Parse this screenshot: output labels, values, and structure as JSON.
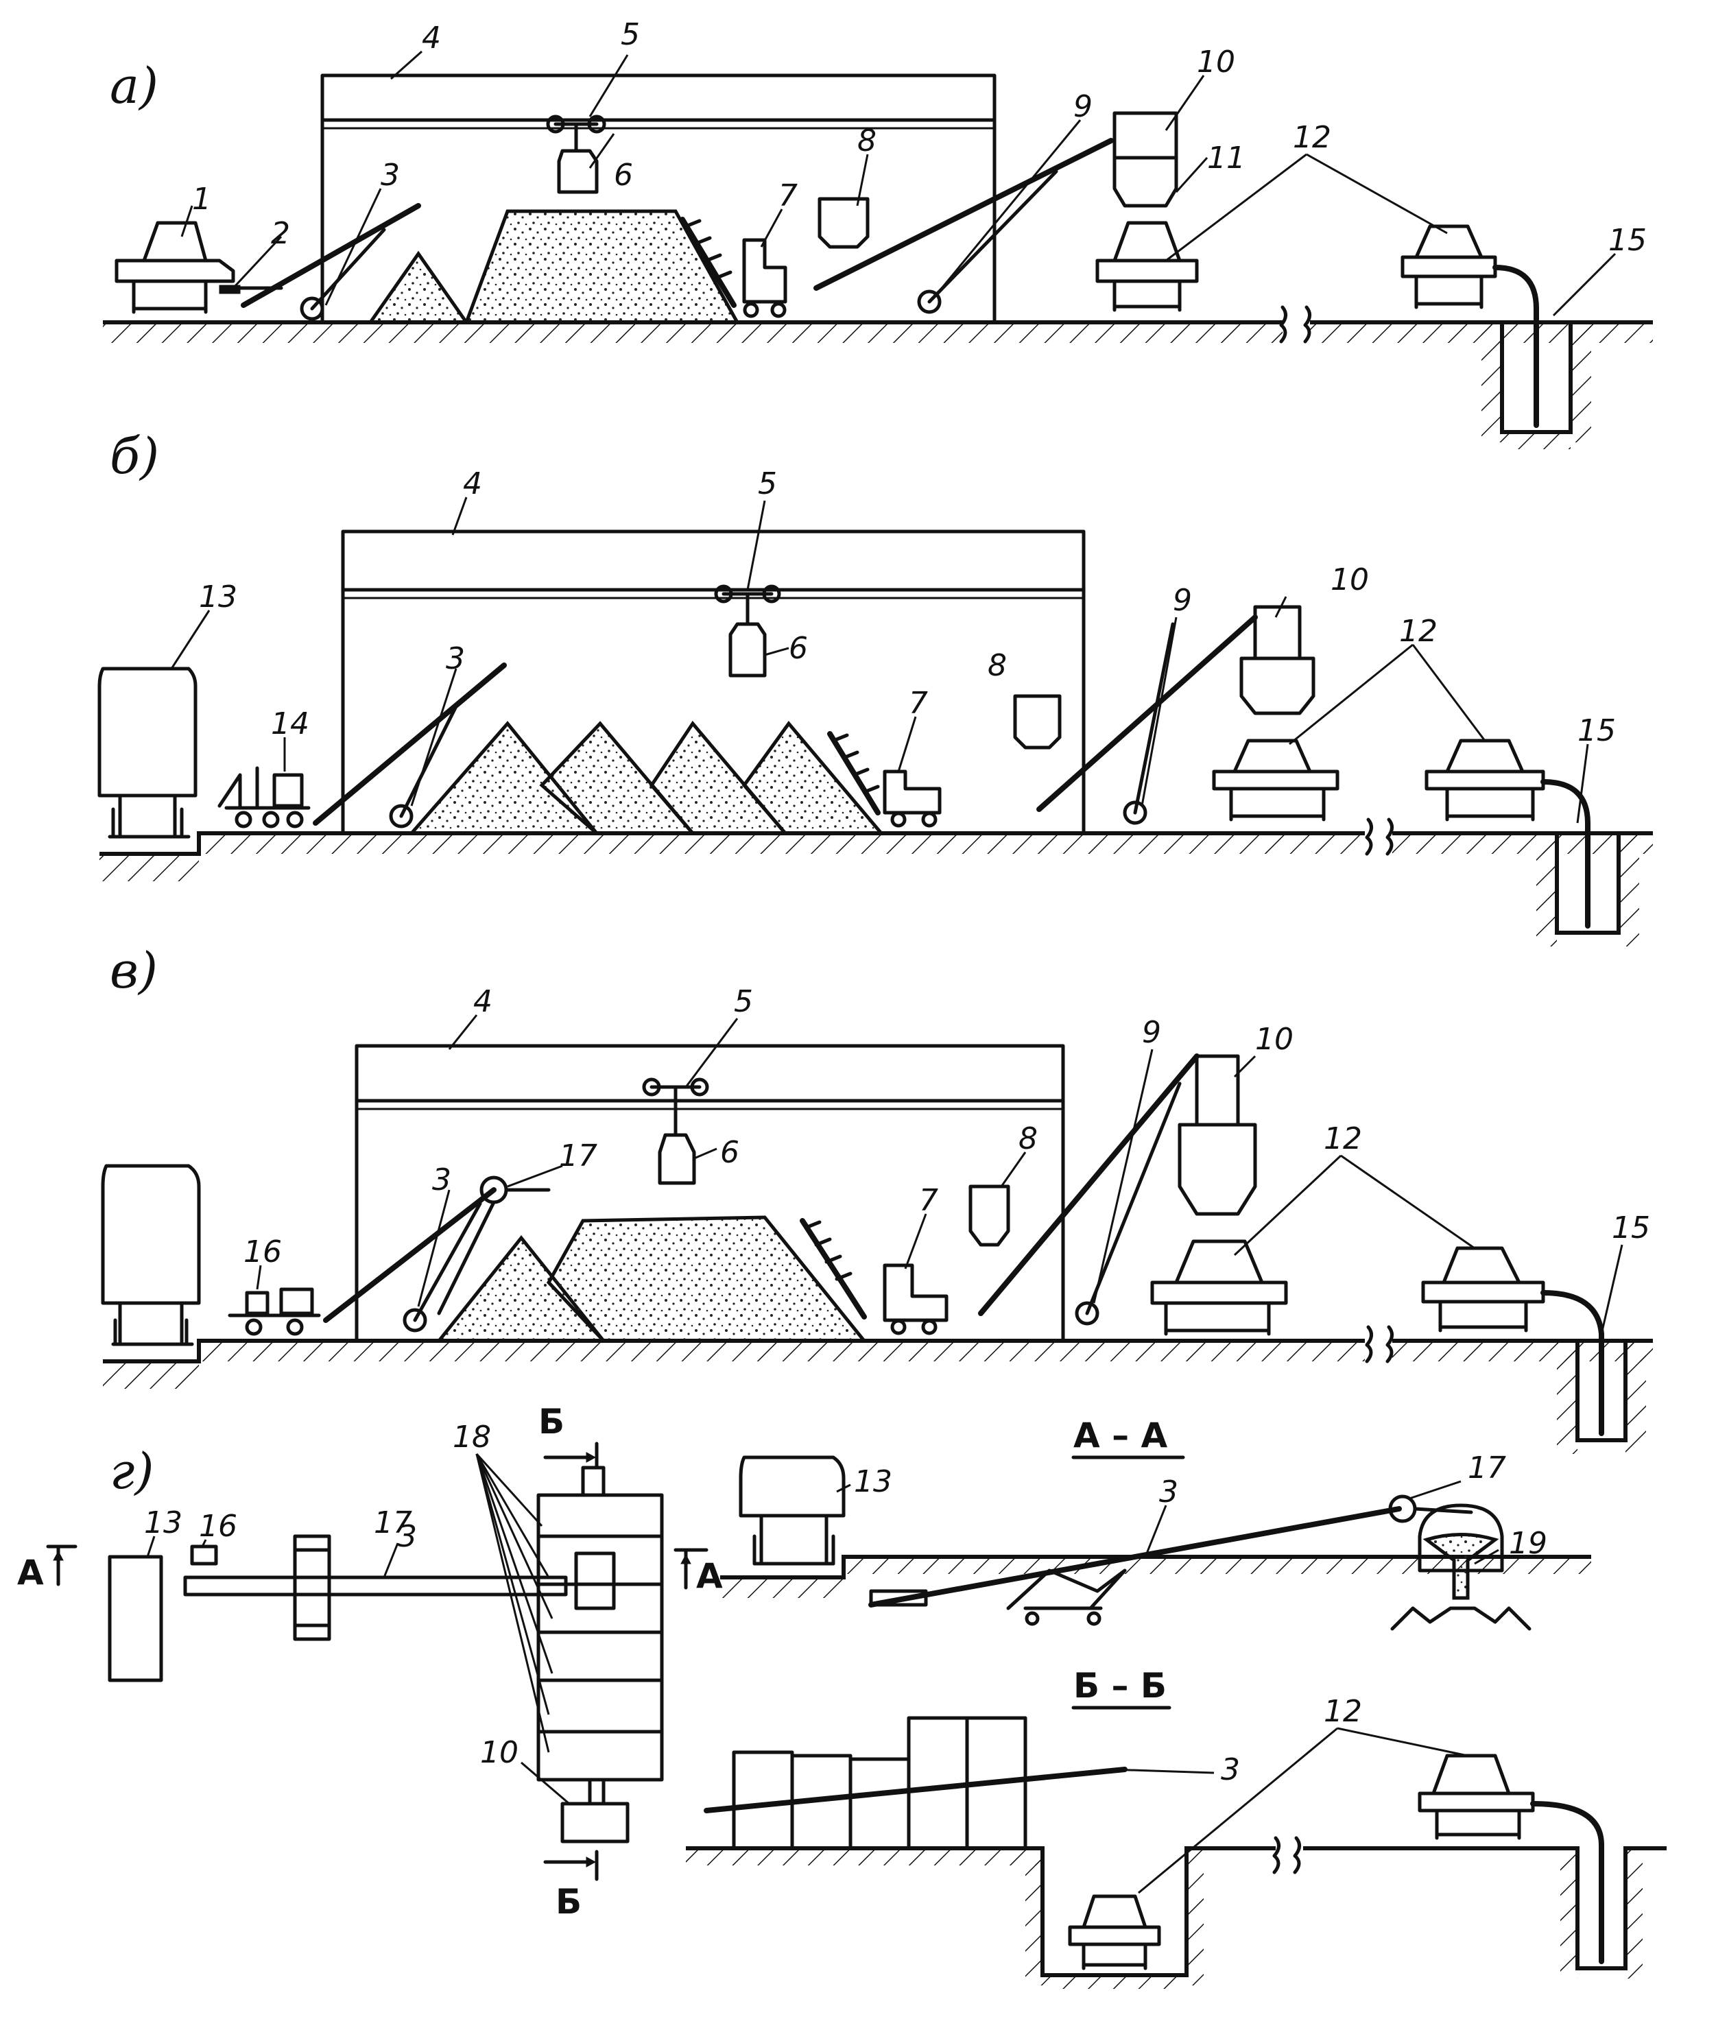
{
  "panels": [
    {
      "id": "a",
      "label": "а)"
    },
    {
      "id": "b",
      "label": "б)"
    },
    {
      "id": "v",
      "label": "в)"
    },
    {
      "id": "g",
      "label": "г)"
    }
  ],
  "sections": {
    "aa": "А – А",
    "bb": "Б – Б"
  },
  "cut_marks": {
    "a_left": "А",
    "a_right": "А",
    "b_top": "Б",
    "b_bottom": "Б"
  },
  "callouts": {
    "a": [
      "1",
      "2",
      "3",
      "4",
      "5",
      "6",
      "7",
      "8",
      "9",
      "10",
      "11",
      "12",
      "15"
    ],
    "b": [
      "13",
      "14",
      "3",
      "4",
      "5",
      "6",
      "7",
      "8",
      "9",
      "10",
      "12",
      "15"
    ],
    "v": [
      "16",
      "3",
      "17",
      "4",
      "5",
      "6",
      "7",
      "8",
      "9",
      "10",
      "12",
      "15"
    ],
    "g_plan": [
      "13",
      "16",
      "17",
      "3",
      "18",
      "10"
    ],
    "g_aa": [
      "13",
      "3",
      "17",
      "19"
    ],
    "g_bb": [
      "3",
      "12"
    ]
  }
}
